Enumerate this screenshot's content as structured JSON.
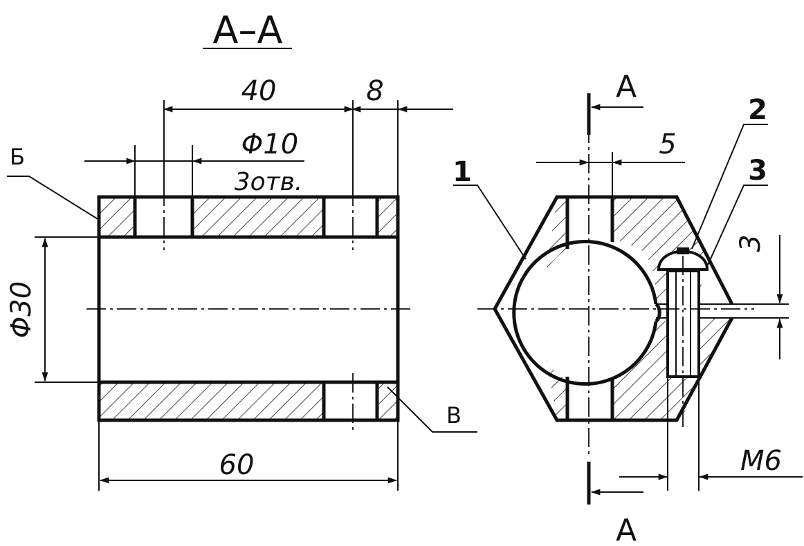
{
  "section_title": "А–А",
  "labels": {
    "b": "Б",
    "v": "В",
    "section_mark_top": "А",
    "section_mark_bottom": "А",
    "part_1": "1",
    "part_2": "2",
    "part_3": "3"
  },
  "dimensions": {
    "hole_spacing": "40",
    "end_offset": "8",
    "hole_diameter": "Φ10",
    "hole_count": "3отв.",
    "bore_diameter": "Φ30",
    "length": "60",
    "slot_width": "5",
    "gap": "3",
    "thread": "М6"
  },
  "colors": {
    "ink": "#111111",
    "paper": "#ffffff"
  }
}
